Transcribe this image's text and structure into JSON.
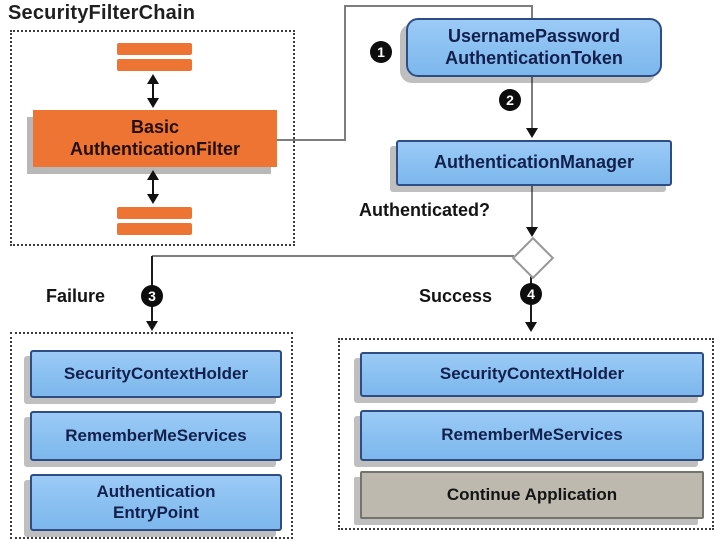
{
  "diagram": {
    "title": "SecurityFilterChain",
    "basic_filter": {
      "line1": "Basic",
      "line2": "AuthenticationFilter"
    },
    "token": {
      "line1": "UsernamePassword",
      "line2": "AuthenticationToken"
    },
    "manager": "AuthenticationManager",
    "question": "Authenticated?",
    "failure_label": "Failure",
    "success_label": "Success",
    "badges": {
      "b1": "1",
      "b2": "2",
      "b3": "3",
      "b4": "4"
    },
    "failure_panel": {
      "item1": "SecurityContextHolder",
      "item2": "RememberMeServices",
      "item3_line1": "Authentication",
      "item3_line2": "EntryPoint"
    },
    "success_panel": {
      "item1": "SecurityContextHolder",
      "item2": "RememberMeServices",
      "item3": "Continue Application"
    },
    "colors": {
      "orange": "#EE7434",
      "blue_fill": "#8CC2F2",
      "blue_border": "#2E4D85",
      "navy_text": "#13204D",
      "gray_fill": "#BDB9AE",
      "gray_border": "#75746C",
      "connector_gray": "#7D7D7D",
      "black": "#111111"
    }
  }
}
